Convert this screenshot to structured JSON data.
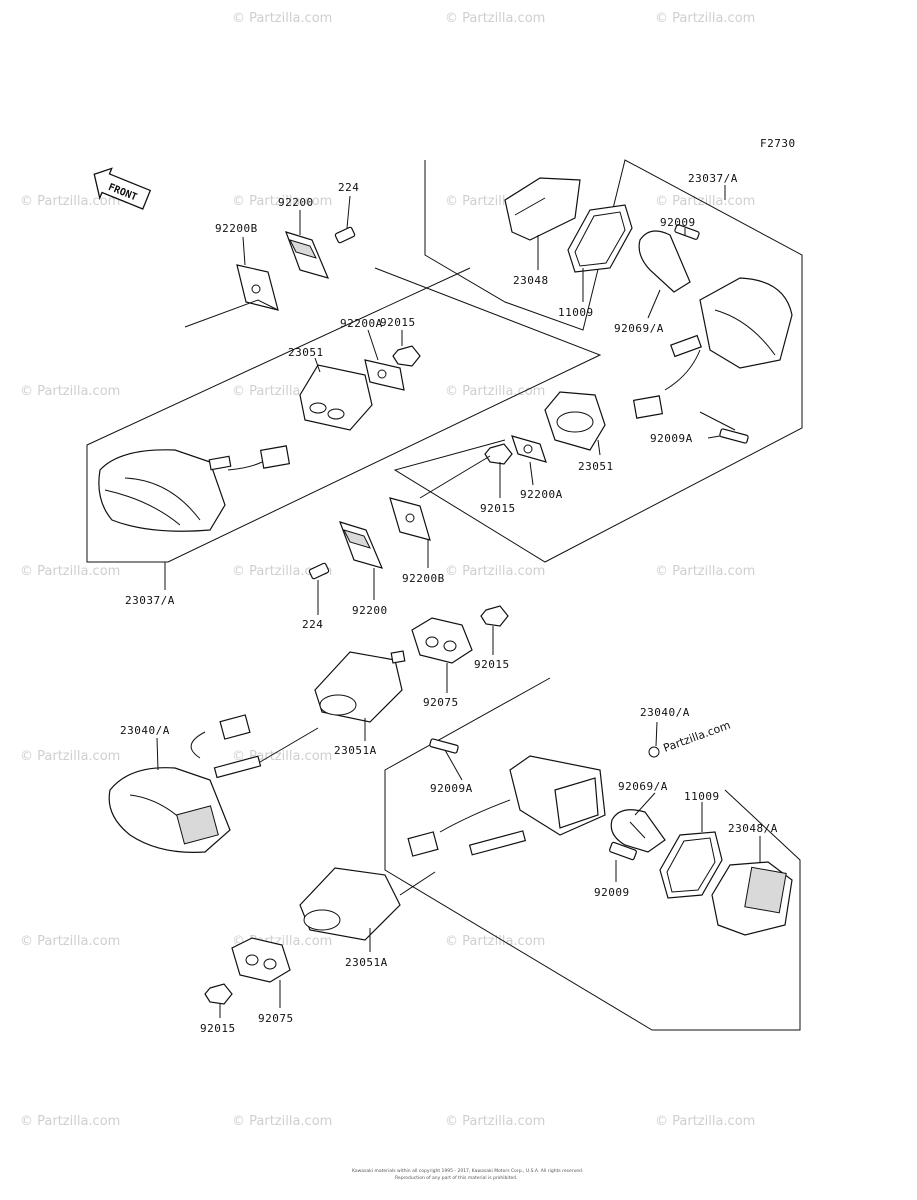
{
  "figure": {
    "code": "F2730",
    "front_label": "FRONT",
    "watermark_text": "© Partzilla.com",
    "stamp_text": "Partzilla.com",
    "footer_line1": "Kawasaki materials within all copyright 1995 - 2017, Kawasaki Motors Corp., U.S.A. All rights reserved.",
    "footer_line2": "Reproduction of any part of this material is prohibited."
  },
  "callouts": {
    "c1": "224",
    "c2": "92200",
    "c3": "92200B",
    "c4": "92015",
    "c5": "92200A",
    "c6": "23051",
    "c7": "23037/A",
    "c8": "92009",
    "c9": "23048",
    "c10": "11009",
    "c11": "92069/A",
    "c12": "92009A",
    "c13": "23051",
    "c14": "92200A",
    "c15": "92015",
    "c16": "92200B",
    "c17": "92200",
    "c18": "224",
    "c19": "23037/A",
    "c20": "92015",
    "c21": "92075",
    "c22": "23051A",
    "c23": "23040/A",
    "c24": "23040/A",
    "c25": "92009A",
    "c26": "92069/A",
    "c27": "11009",
    "c28": "23048/A",
    "c29": "92009",
    "c30": "23051A",
    "c31": "92075",
    "c32": "92015"
  }
}
